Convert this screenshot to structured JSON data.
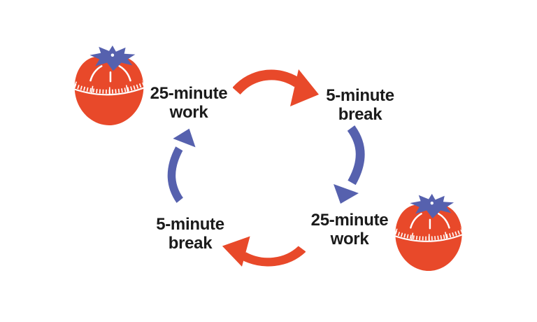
{
  "diagram": {
    "background": "#FFFFFF",
    "colors": {
      "work_arrow": "#E8492A",
      "break_arrow": "#5661AE",
      "text": "#1B1B1B",
      "tomato_body": "#E8492A",
      "tomato_leaf": "#5661AE",
      "tomato_detail": "#FFFFFF"
    },
    "nodes": [
      {
        "position": "top-left",
        "line1": "25-minute",
        "line2": "work"
      },
      {
        "position": "top-right",
        "line1": "5-minute",
        "line2": "break"
      },
      {
        "position": "bottom-right",
        "line1": "25-minute",
        "line2": "work"
      },
      {
        "position": "bottom-left",
        "line1": "5-minute",
        "line2": "break"
      }
    ],
    "arrows": [
      {
        "from": "25-minute work (top-left)",
        "to": "5-minute break (top-right)",
        "direction": "right",
        "color": "#E8492A"
      },
      {
        "from": "5-minute break (top-right)",
        "to": "25-minute work (bottom-right)",
        "direction": "down",
        "color": "#5661AE"
      },
      {
        "from": "25-minute work (bottom-right)",
        "to": "5-minute break (bottom-left)",
        "direction": "left",
        "color": "#E8492A"
      },
      {
        "from": "5-minute break (bottom-left)",
        "to": "25-minute work (top-left)",
        "direction": "up",
        "color": "#5661AE"
      }
    ],
    "illustrations": [
      {
        "name": "tomato-kitchen-timer",
        "position": "top-left"
      },
      {
        "name": "tomato-kitchen-timer",
        "position": "bottom-right"
      }
    ]
  }
}
